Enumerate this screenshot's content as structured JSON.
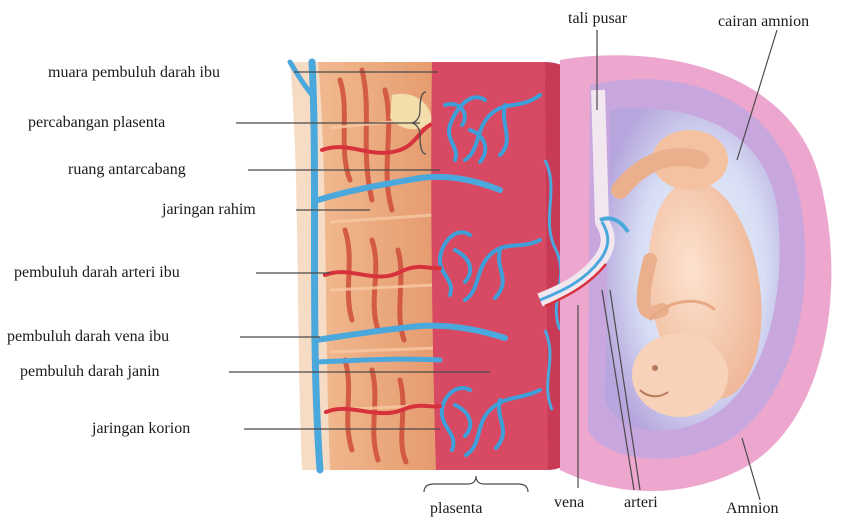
{
  "labels": {
    "maternal_vessel_opening": "muara pembuluh darah ibu",
    "placental_branching": "percabangan plasenta",
    "intervillous_space": "ruang antarcabang",
    "uterine_tissue": "jaringan rahim",
    "maternal_artery": "pembuluh darah arteri ibu",
    "maternal_vein": "pembuluh darah vena ibu",
    "fetal_vessel": "pembuluh darah janin",
    "chorionic_tissue": "jaringan korion",
    "placenta": "plasenta",
    "umbilical_cord": "tali pusar",
    "amniotic_fluid": "cairan amnion",
    "vein": "vena",
    "artery": "arteri",
    "amnion": "Amnion"
  },
  "colors": {
    "uterine_wall": "#e8a57a",
    "muscle_stripes": "#d2563f",
    "placenta_body": "#d6455c",
    "maternal_vessels": "#4aa8dd",
    "amnion_outer": "#e9a3cc",
    "amniotic_fluid": "#b8a8dc",
    "fetus_skin": "#f4c8a8",
    "leader_line": "#555555"
  }
}
